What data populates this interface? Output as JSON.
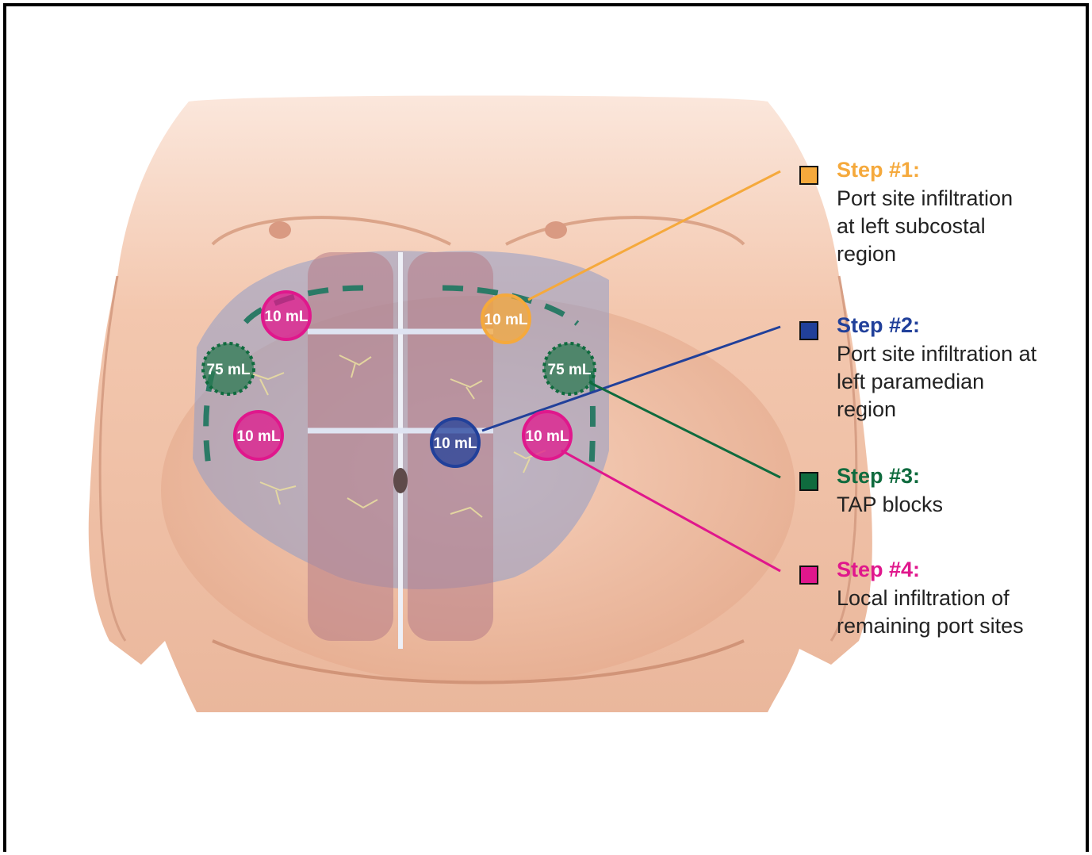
{
  "colors": {
    "step1": "#f5a93c",
    "step2": "#21409a",
    "step3": "#0f6b3e",
    "step4": "#e0178c",
    "skin": "#f2c2a6",
    "muscle_panel": "#8f9cc8"
  },
  "legend": [
    {
      "title": "Step #1:",
      "description": "Port site infiltration at left subcostal region",
      "color": "#f5a93c"
    },
    {
      "title": "Step #2:",
      "description": "Port site infiltration at left paramedian region",
      "color": "#21409a"
    },
    {
      "title": "Step #3:",
      "description": "TAP blocks",
      "color": "#0f6b3e"
    },
    {
      "title": "Step #4:",
      "description": "Local infiltration of remaining port sites",
      "color": "#e0178c"
    }
  ],
  "sites": [
    {
      "label": "10 mL",
      "step": 4
    },
    {
      "label": "75 mL",
      "step": 3
    },
    {
      "label": "10 mL",
      "step": 4
    },
    {
      "label": "10 mL",
      "step": 1
    },
    {
      "label": "75 mL",
      "step": 3
    },
    {
      "label": "10 mL",
      "step": 2
    },
    {
      "label": "10 mL",
      "step": 4
    }
  ]
}
